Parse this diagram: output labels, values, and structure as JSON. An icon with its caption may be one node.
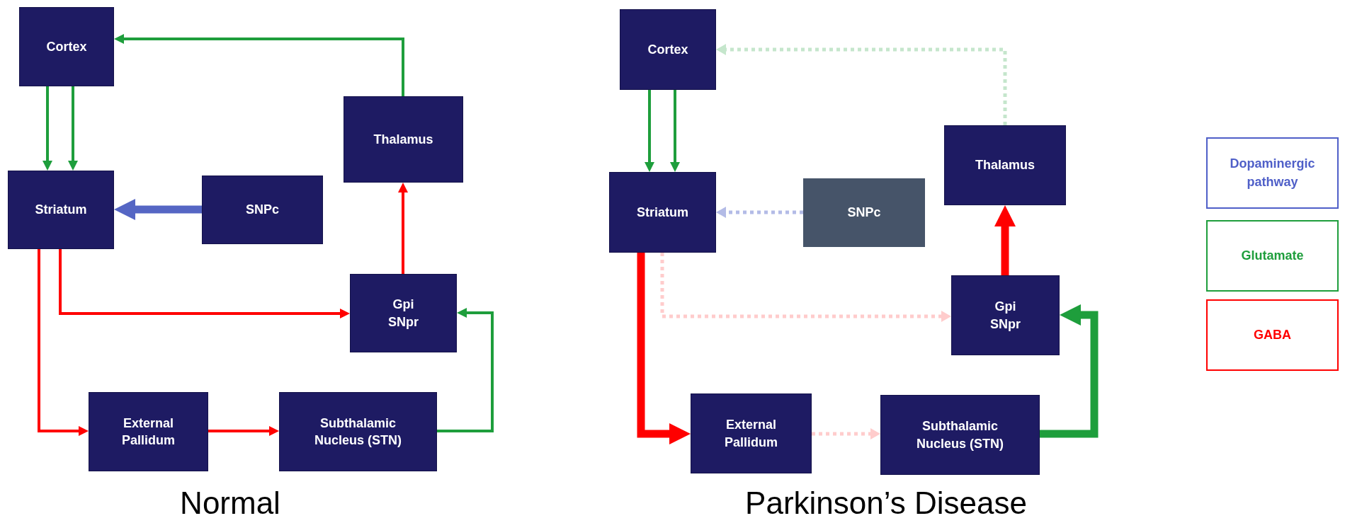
{
  "diagram": {
    "nodes": [
      {
        "text": [
          "Cortex"
        ]
      },
      {
        "text": [
          "Striatum"
        ]
      },
      {
        "text": [
          "SNPc"
        ]
      },
      {
        "text": [
          "Thalamus"
        ]
      },
      {
        "text": [
          "Gpi SNpr"
        ]
      },
      {
        "text": [
          "External Pallidum"
        ]
      },
      {
        "text": [
          "Subthalamic Nucleus (STN)"
        ]
      },
      {
        "text": [
          "Cortex"
        ]
      },
      {
        "text": [
          "Striatum"
        ]
      },
      {
        "text": [
          "SNPc"
        ]
      },
      {
        "text": [
          "Thalamus"
        ]
      },
      {
        "text": [
          "Gpi SNpr"
        ]
      },
      {
        "text": [
          "External Pallidum"
        ]
      },
      {
        "text": [
          "Subthalamic Nucleus (STN)"
        ]
      }
    ],
    "edges": [
      {
        "from": 0,
        "to": 1,
        "arrow": "to",
        "color": "#1e9e3c"
      },
      {
        "from": 0,
        "to": 1,
        "arrow": "to",
        "color": "#1e9e3c"
      },
      {
        "from": 2,
        "to": 1,
        "arrow": "to",
        "style": "thick",
        "color": "#5566c4"
      },
      {
        "from": 1,
        "to": 4,
        "arrow": "to",
        "color": "#ff0000"
      },
      {
        "from": 1,
        "to": 5,
        "arrow": "to",
        "color": "#ff0000"
      },
      {
        "from": 5,
        "to": 6,
        "arrow": "to",
        "color": "#ff0000"
      },
      {
        "from": 6,
        "to": 4,
        "arrow": "to",
        "color": "#1e9e3c"
      },
      {
        "from": 4,
        "to": 3,
        "arrow": "to",
        "color": "#ff0000"
      },
      {
        "from": 3,
        "to": 0,
        "arrow": "to",
        "color": "#1e9e3c"
      },
      {
        "from": 10,
        "to": 7,
        "arrow": "to",
        "style": "dashed",
        "color": "#c5e6cc"
      },
      {
        "from": 7,
        "to": 8,
        "arrow": "to",
        "color": "#1e9e3c"
      },
      {
        "from": 7,
        "to": 8,
        "arrow": "to",
        "color": "#1e9e3c"
      },
      {
        "from": 9,
        "to": 8,
        "arrow": "to",
        "style": "dashed",
        "color": "#b3bbe6"
      },
      {
        "from": 8,
        "to": 11,
        "arrow": "to",
        "style": "dashed",
        "color": "#ffcccc"
      },
      {
        "from": 8,
        "to": 12,
        "arrow": "to",
        "style": "thick",
        "color": "#ff0000"
      },
      {
        "from": 12,
        "to": 13,
        "arrow": "to",
        "style": "dashed",
        "color": "#ffcccc"
      },
      {
        "from": 13,
        "to": 11,
        "arrow": "to",
        "style": "thick",
        "color": "#1e9e3c"
      },
      {
        "from": 11,
        "to": 10,
        "arrow": "to",
        "style": "thick",
        "color": "#ff0000"
      }
    ],
    "labels": [
      "Normal",
      "Parkinson’s Disease"
    ],
    "legend": [
      {
        "text": "Dopaminergic pathway",
        "color": "#4f5fc8"
      },
      {
        "text": "Glutamate",
        "color": "#1e9e3c"
      },
      {
        "text": "GABA",
        "color": "#ff0000"
      }
    ]
  }
}
